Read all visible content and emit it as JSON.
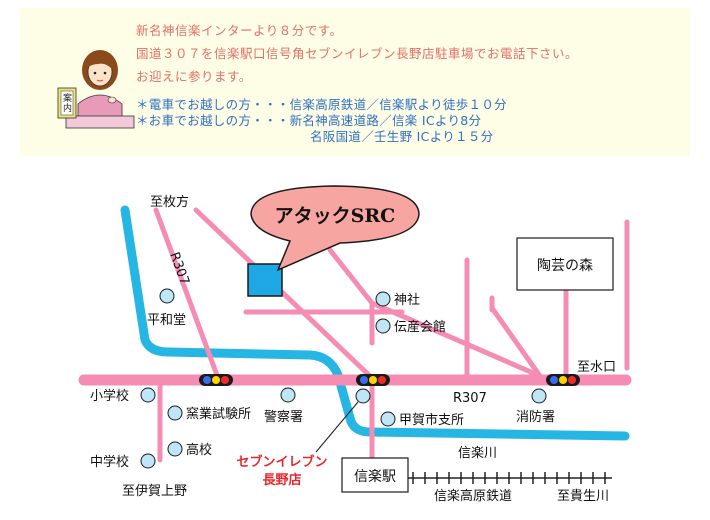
{
  "info": {
    "line1": "新名神信楽インターより８分です。",
    "line2": "国道３０７を信楽駅口信号角セブンイレブン長野店駐車場でお電話下さい。",
    "line3": "お迎えに参ります。",
    "train_access": "＊電車でお越しの方・・・信楽高原鉄道／信楽駅より徒歩１０分",
    "car_access_1": "＊お車でお越しの方・・・新名神高速道路／信楽 ICより8分",
    "car_access_2": "名阪国道／壬生野 ICより１５分",
    "sign_text": "案内"
  },
  "map": {
    "destination": "アタックSRC",
    "labels": {
      "hirakata": "至枚方",
      "route307_vertical": "R307",
      "heiwado": "平和堂",
      "jinja": "神社",
      "densan": "伝産会館",
      "tougei": "陶芸の森",
      "minakuchi": "至水口",
      "route307_main": "R307",
      "shogakko": "小学校",
      "yogyo": "窯業試験所",
      "keisatsu": "警察署",
      "koka_shisho": "甲賀市支所",
      "shobo": "消防署",
      "koko": "高校",
      "chugakko": "中学校",
      "seven_line1": "セブンイレブン",
      "seven_line2": "長野店",
      "shigaraki_station": "信楽駅",
      "shigaraki_river": "信楽川",
      "iga_ueno": "至伊賀上野",
      "kogen_railway": "信楽高原鉄道",
      "kibukawa": "至貴生川"
    }
  },
  "colors": {
    "road": "#f48cb4",
    "river": "#26b6e3",
    "landmark": "#bfe6f6",
    "building": "#1ea9e6",
    "callout": "#f7a5a1",
    "highlight_text": "#e8272c"
  }
}
